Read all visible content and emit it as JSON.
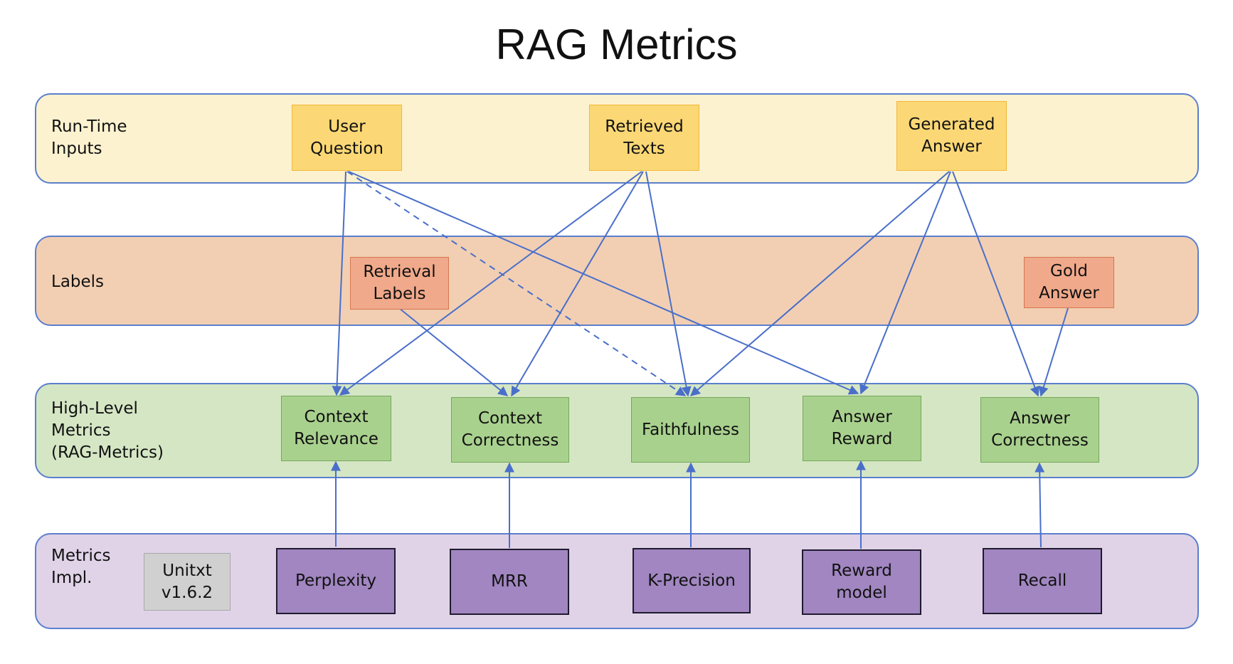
{
  "title": "RAG Metrics",
  "colors": {
    "band_border": "#5b7fcc",
    "arrow": "#4a6fc9",
    "runtime_bg": "#fdf2cf",
    "labels_bg": "#f2cfb3",
    "metrics_bg": "#d5e6c4",
    "impl_bg": "#e0d3e8"
  },
  "bands": [
    {
      "id": "runtime",
      "label": "Run-Time\nInputs"
    },
    {
      "id": "labels",
      "label": "Labels"
    },
    {
      "id": "metrics",
      "label": "High-Level\nMetrics\n(RAG-Metrics)"
    },
    {
      "id": "impl",
      "label": "Metrics\nImpl."
    }
  ],
  "nodes": {
    "user_question": "User\nQuestion",
    "retrieved_texts": "Retrieved\nTexts",
    "generated_answer": "Generated\nAnswer",
    "retrieval_labels": "Retrieval\nLabels",
    "gold_answer": "Gold\nAnswer",
    "context_relevance": "Context\nRelevance",
    "context_correctness": "Context\nCorrectness",
    "faithfulness": "Faithfulness",
    "answer_reward": "Answer\nReward",
    "answer_correctness": "Answer\nCorrectness",
    "unitxt": "Unitxt\nv1.6.2",
    "perplexity": "Perplexity",
    "mrr": "MRR",
    "k_precision": "K-Precision",
    "reward_model": "Reward\nmodel",
    "recall": "Recall"
  },
  "edges": [
    {
      "from": "User Question",
      "to": "Context Relevance",
      "style": "solid"
    },
    {
      "from": "User Question",
      "to": "Faithfulness",
      "style": "dashed"
    },
    {
      "from": "User Question",
      "to": "Answer Reward",
      "style": "solid"
    },
    {
      "from": "Retrieved Texts",
      "to": "Context Relevance",
      "style": "solid"
    },
    {
      "from": "Retrieved Texts",
      "to": "Context Correctness",
      "style": "solid"
    },
    {
      "from": "Retrieved Texts",
      "to": "Faithfulness",
      "style": "solid"
    },
    {
      "from": "Generated Answer",
      "to": "Faithfulness",
      "style": "solid"
    },
    {
      "from": "Generated Answer",
      "to": "Answer Reward",
      "style": "solid"
    },
    {
      "from": "Generated Answer",
      "to": "Answer Correctness",
      "style": "solid"
    },
    {
      "from": "Retrieval Labels",
      "to": "Context Correctness",
      "style": "solid"
    },
    {
      "from": "Gold Answer",
      "to": "Answer Correctness",
      "style": "solid"
    },
    {
      "from": "Perplexity",
      "to": "Context Relevance",
      "style": "solid"
    },
    {
      "from": "MRR",
      "to": "Context Correctness",
      "style": "solid"
    },
    {
      "from": "K-Precision",
      "to": "Faithfulness",
      "style": "solid"
    },
    {
      "from": "Reward model",
      "to": "Answer Reward",
      "style": "solid"
    },
    {
      "from": "Recall",
      "to": "Answer Correctness",
      "style": "solid"
    }
  ]
}
